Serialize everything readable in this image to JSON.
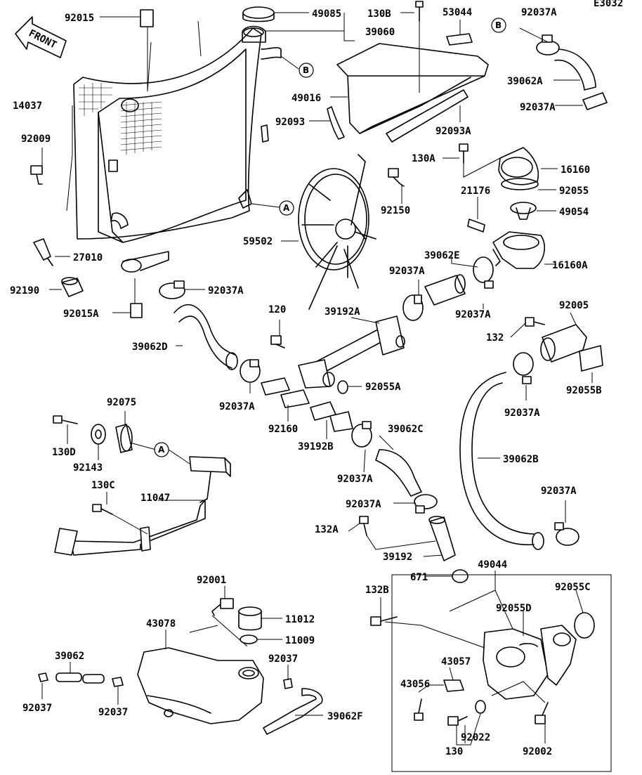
{
  "diagram_code": "E3032",
  "front_label": "FRONT",
  "ref_markers": [
    "A",
    "B"
  ],
  "parts": {
    "p92015": "92015",
    "p49085": "49085",
    "p130B": "130B",
    "p53044": "53044",
    "p92037A": "92037A",
    "p39060": "39060",
    "p14037": "14037",
    "p49016": "49016",
    "p39062A": "39062A",
    "p92009": "92009",
    "p92093": "92093",
    "p92093A": "92093A",
    "p130A": "130A",
    "p16160": "16160",
    "p21176": "21176",
    "p92055": "92055",
    "p92150": "92150",
    "p49054": "49054",
    "p59502": "59502",
    "p27010": "27010",
    "p39062E": "39062E",
    "p16160A": "16160A",
    "p92190": "92190",
    "p92015A": "92015A",
    "p120": "120",
    "p39192A": "39192A",
    "p92005": "92005",
    "p132": "132",
    "p39062D": "39062D",
    "p92055A": "92055A",
    "p92055B": "92055B",
    "p92075": "92075",
    "p92160": "92160",
    "p39062C": "39062C",
    "p39192B": "39192B",
    "p130D": "130D",
    "p92143": "92143",
    "p39062B": "39062B",
    "p130C": "130C",
    "p11047": "11047",
    "p132A": "132A",
    "p39192": "39192",
    "p49044": "49044",
    "p671": "671",
    "p92001": "92001",
    "p132B": "132B",
    "p92055C": "92055C",
    "p11012": "11012",
    "p92055D": "92055D",
    "p43078": "43078",
    "p11009": "11009",
    "p92037": "92037",
    "p39062": "39062",
    "p43057": "43057",
    "p43056": "43056",
    "p39062F": "39062F",
    "p92022": "92022",
    "p130": "130",
    "p92002": "92002"
  }
}
